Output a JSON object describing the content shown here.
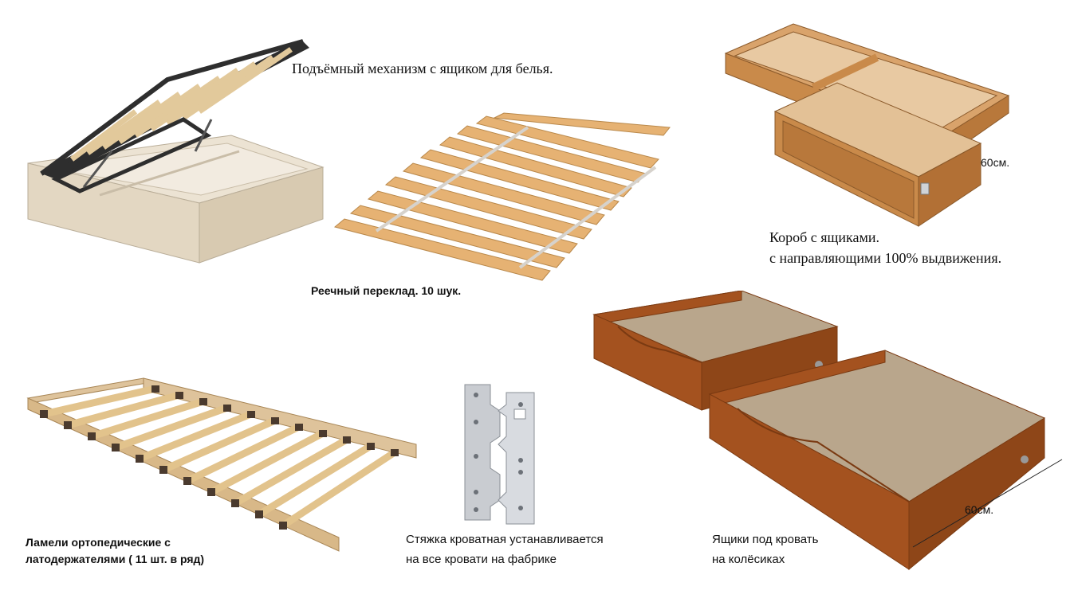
{
  "captions": {
    "lift_mechanism": "Подъёмный механизм с ящиком для белья.",
    "slatted_base": "Реечный переклад. 10 шук.",
    "box_with_drawers_1": "Короб с ящиками.",
    "box_with_drawers_2": " с направляющими 100% выдвижения.",
    "box_dimension": "60см.",
    "lamels_1": "Ламели ортопедические с",
    "lamels_2": "латодержателями  ( 11 шт. в ряд)",
    "bracket_1": "Стяжка кроватная устанавливается",
    "bracket_2": "на все кровати на фабрике",
    "drawers_1": "Ящики под кровать",
    "drawers_2": "на колёсиках",
    "drawers_dimension": "60см."
  },
  "colors": {
    "wood_light": "#e7d9c3",
    "slat": "#e6b273",
    "frame_dark": "#2e2e2e",
    "box_wood": "#c98a4a",
    "drawer_wood": "#a4521f",
    "drawer_bottom": "#b9a68c",
    "metal": "#c9ccd1"
  }
}
